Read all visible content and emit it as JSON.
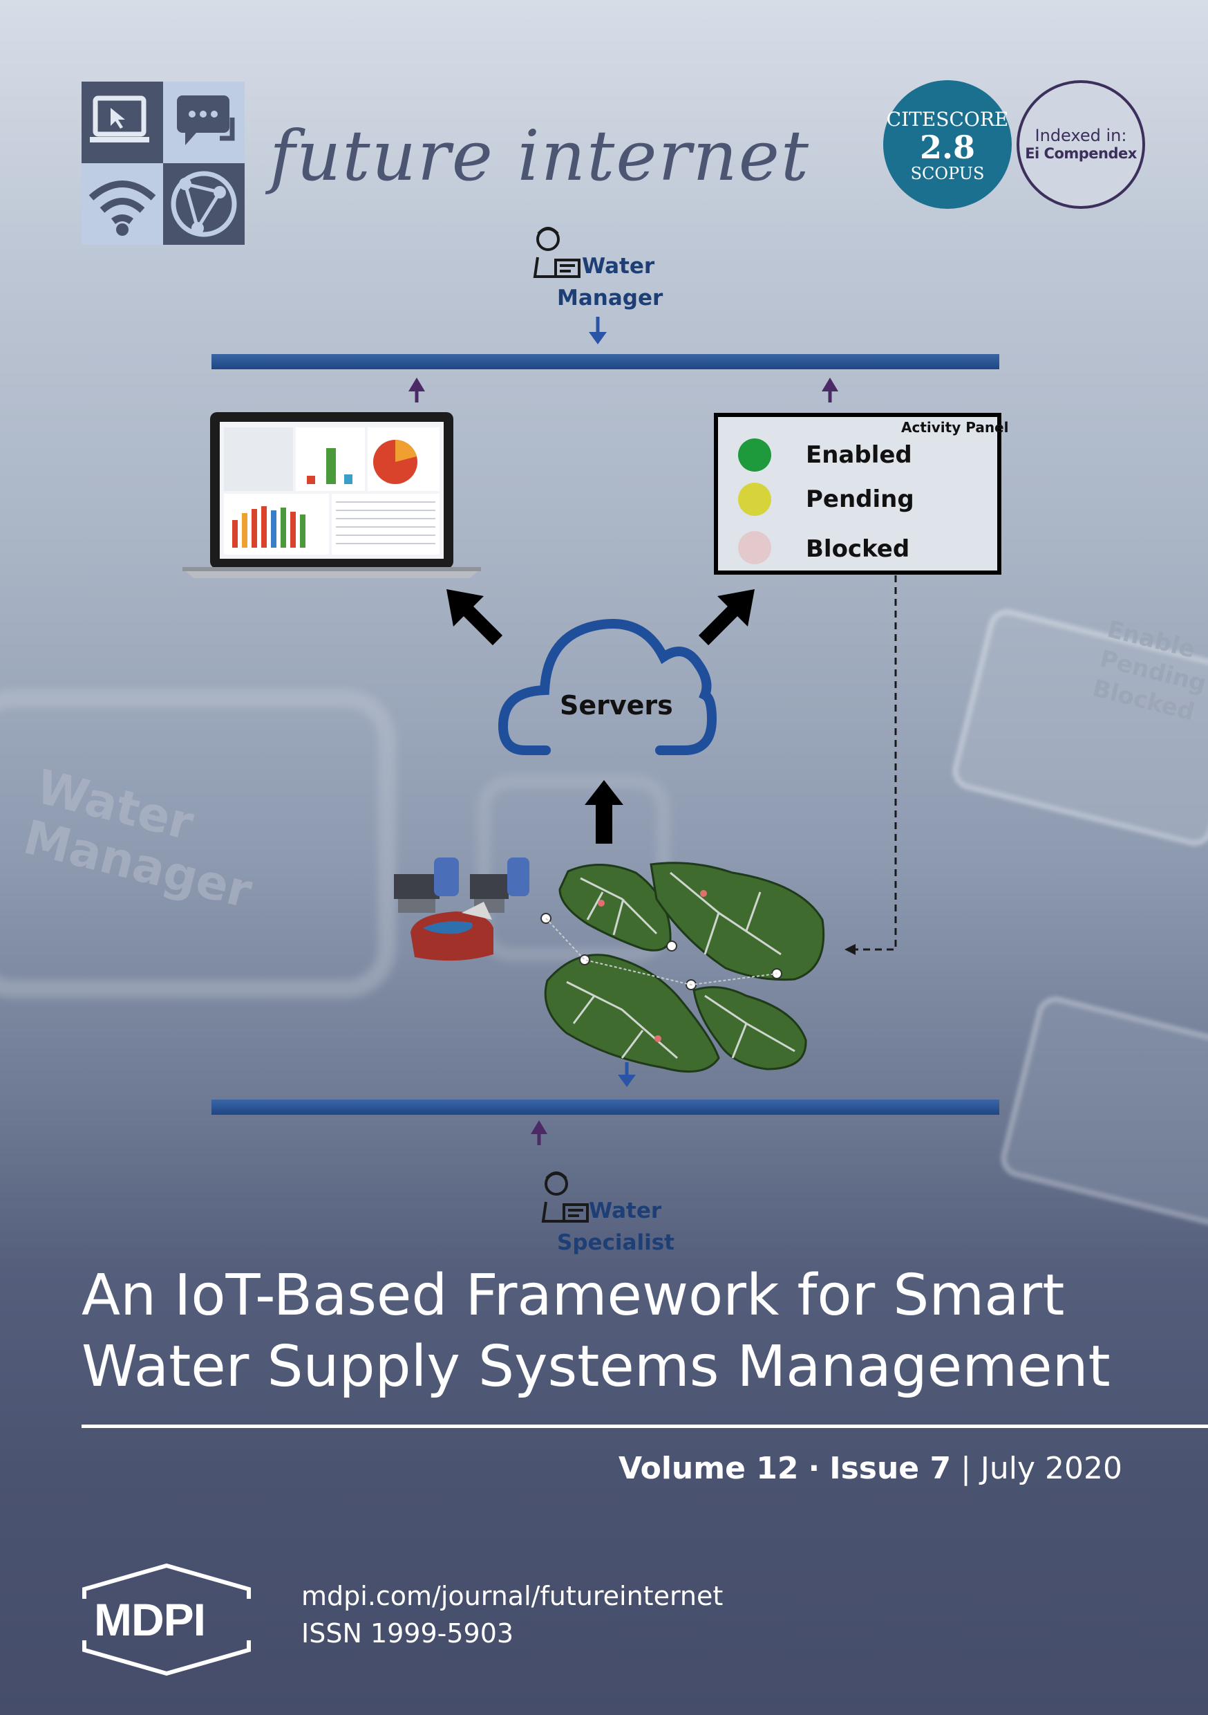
{
  "journal": {
    "name": "future internet",
    "citescore_label": "CITESCORE",
    "citescore_value": "2.8",
    "citescore_source": "SCOPUS",
    "indexed_label": "Indexed in:",
    "indexed_service": "Ei Compendex"
  },
  "diagram": {
    "top_actor_line1": "Water",
    "top_actor_line2": "Manager",
    "bottom_actor_line1": "Water",
    "bottom_actor_line2": "Specialist",
    "servers_label": "Servers",
    "panel_title": "Activity Panel",
    "panel_items": [
      {
        "label": "Enabled",
        "color": "#1e9a3c"
      },
      {
        "label": "Pending",
        "color": "#d6d43a"
      },
      {
        "label": "Blocked",
        "color": "#e3c9cc"
      }
    ],
    "ghost_left_line1": "Water",
    "ghost_left_line2": "Manager",
    "ghost_right_items": [
      "Enable",
      "Pending",
      "Blocked"
    ]
  },
  "article": {
    "title_line1": "An IoT-Based Framework for Smart",
    "title_line2": "Water Supply Systems Management"
  },
  "issue": {
    "volume": "Volume 12",
    "separator": "·",
    "issue": "Issue 7",
    "divider": "|",
    "date": "July 2020"
  },
  "publisher": {
    "logo_text": "MDPI",
    "url": "mdpi.com/journal/futureinternet",
    "issn": "ISSN 1999-5903"
  },
  "colors": {
    "bar": "#26508f",
    "small_arrow_down": "#2a55a6",
    "small_arrow_up": "#4b2a66",
    "citescore_bg": "#1b6f8f",
    "compendex_ring": "#3c2f5c",
    "logo_tile": "#4a536c"
  }
}
